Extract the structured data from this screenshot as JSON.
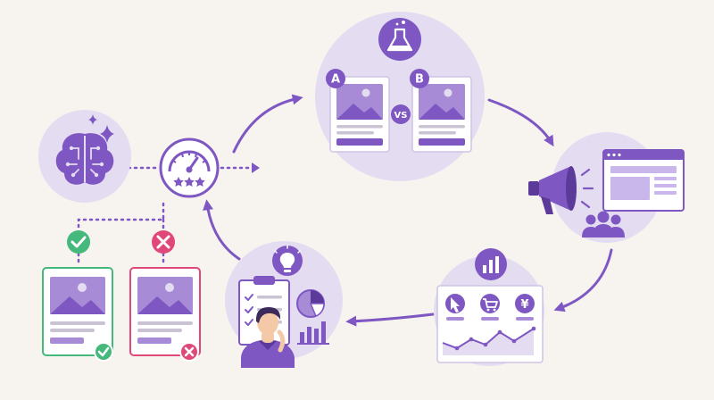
{
  "colors": {
    "background": "#f7f4f0",
    "primary": "#7e57c2",
    "primary_dark": "#5b3a9a",
    "light_circle": "#e4dcf1",
    "image_fill": "#a78bd6",
    "success": "#45b97c",
    "danger": "#e0487a",
    "text_line": "#c9c3d3"
  },
  "variant_a": {
    "badge": "A"
  },
  "variant_b": {
    "badge": "B"
  },
  "versus": {
    "label": "VS"
  },
  "analytics": {
    "currency_symbol": "¥"
  },
  "icons": [
    "ai-brain-icon",
    "sparkle-icon",
    "rating-gauge-icon",
    "star-icon",
    "flask-icon",
    "image-icon",
    "megaphone-icon",
    "browser-window-icon",
    "audience-icon",
    "bar-chart-icon",
    "cursor-icon",
    "shopping-cart-icon",
    "yen-icon",
    "lightbulb-icon",
    "clipboard-checklist-icon",
    "pie-chart-icon",
    "analyst-person-icon",
    "check-icon",
    "cross-icon"
  ]
}
